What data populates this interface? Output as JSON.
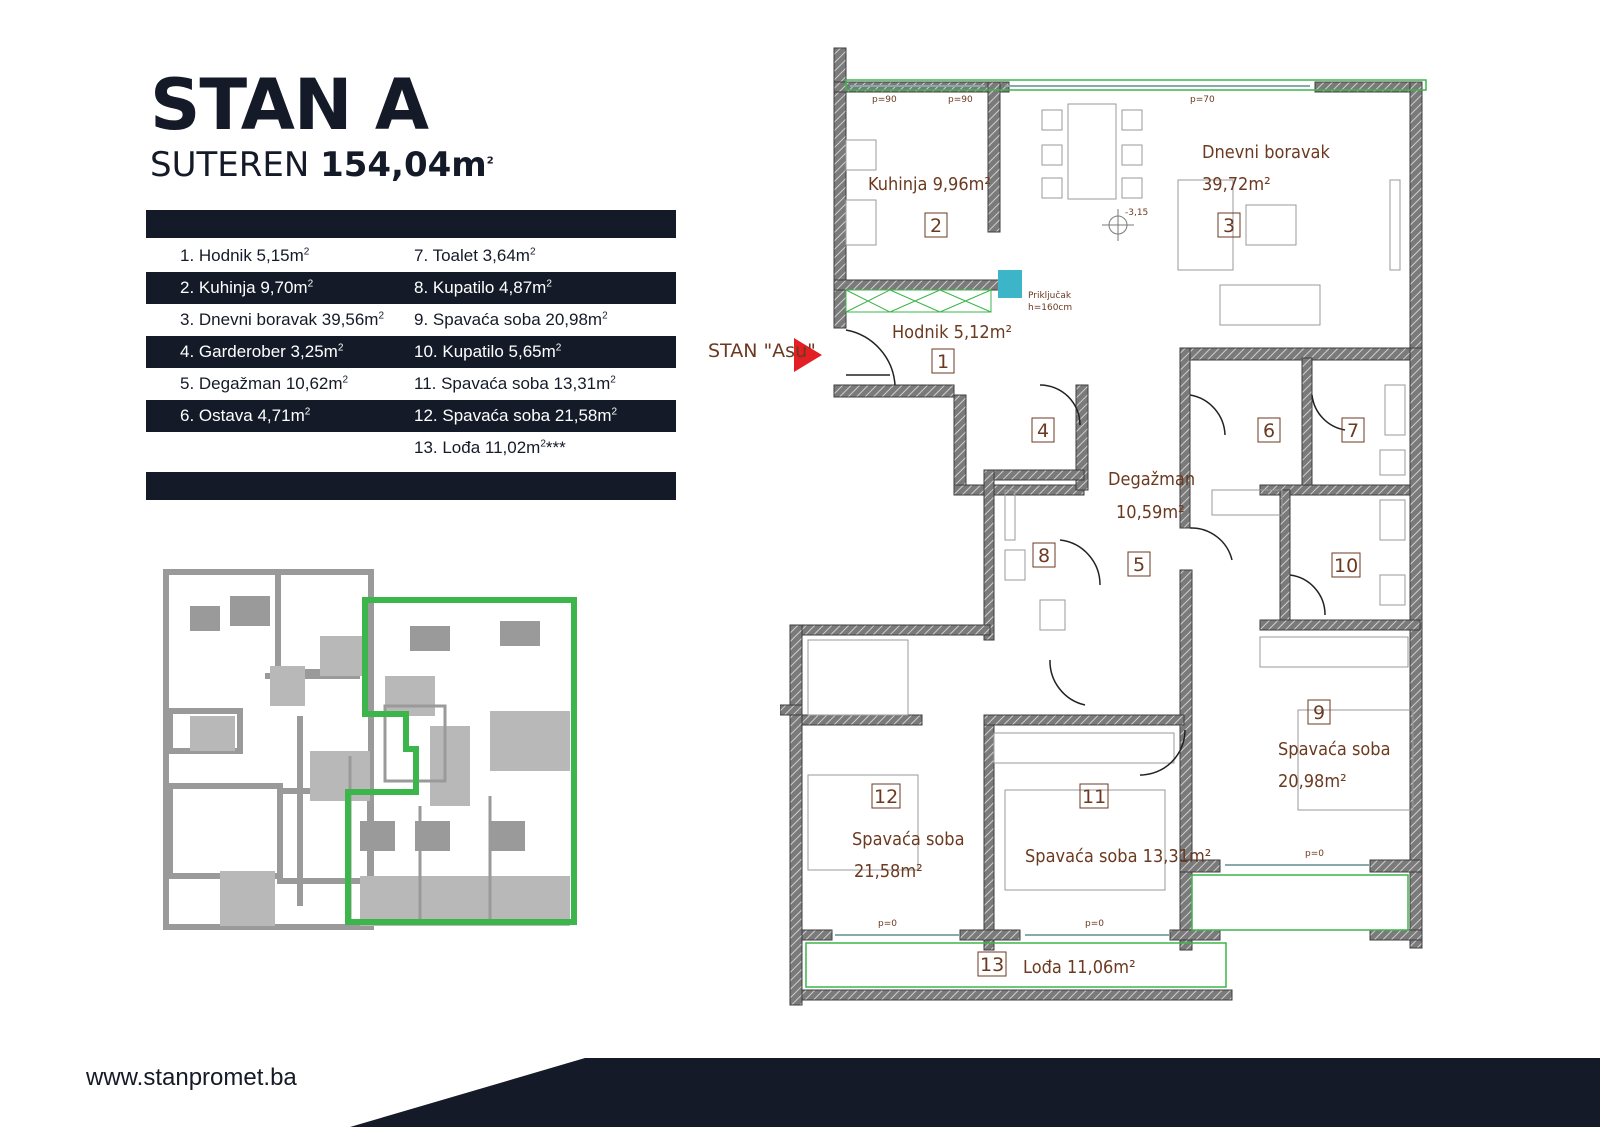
{
  "header": {
    "title": "STAN A",
    "level": "SUTEREN",
    "area": "154,04m",
    "area_sup": "2"
  },
  "rooms_table": {
    "rows": [
      {
        "left": "1. Hodnik 5,15m",
        "right": "7. Toalet 3,64m",
        "dark": false
      },
      {
        "left": "2. Kuhinja 9,70m",
        "right": "8. Kupatilo 4,87m",
        "dark": true
      },
      {
        "left": "3. Dnevni boravak 39,56m",
        "right": "9. Spavaća soba 20,98m",
        "dark": false
      },
      {
        "left": "4. Garderober 3,25m",
        "right": "10. Kupatilo 5,65m",
        "dark": true
      },
      {
        "left": "5. Degažman 10,62m",
        "right": "11. Spavaća soba 13,31m",
        "dark": false
      },
      {
        "left": "6. Ostava 4,71m",
        "right": "12. Spavaća soba 21,58m",
        "dark": true
      },
      {
        "left": "",
        "right": "13. Lođa 11,02m",
        "dark": false
      }
    ],
    "sup": "2",
    "note_mark": "***"
  },
  "plan": {
    "entry_label": "STAN \"Asu\"",
    "connection_label": "Priključak",
    "connection_height": "h=160cm",
    "level_mark": "-3,15",
    "parapets": [
      "p=90",
      "p=90",
      "p=70",
      "p=0",
      "p=0",
      "p=0"
    ],
    "room_labels": [
      {
        "num": "1",
        "name": "Hodnik 5,12m²"
      },
      {
        "num": "2",
        "name": "Kuhinja 9,96m²"
      },
      {
        "num": "3",
        "name": "Dnevni boravak",
        "area": "39,72m²"
      },
      {
        "num": "4"
      },
      {
        "num": "5",
        "name": "Degažman",
        "area": "10,59m²"
      },
      {
        "num": "6"
      },
      {
        "num": "7"
      },
      {
        "num": "8"
      },
      {
        "num": "9",
        "name": "Spavaća soba",
        "area": "20,98m²"
      },
      {
        "num": "10"
      },
      {
        "num": "11",
        "name": "Spavaća soba 13,31m²"
      },
      {
        "num": "12",
        "name": "Spavaća soba",
        "area": "21,58m²"
      },
      {
        "num": "13",
        "name": "Lođa 11,06m²"
      }
    ]
  },
  "footer": {
    "website": "www.stanpromet.ba"
  },
  "colors": {
    "dark": "#141a27",
    "highlight": "#3cb54a",
    "label": "#6b3a20",
    "entry_arrow": "#e31e24",
    "wall": "#4d4d4d"
  }
}
